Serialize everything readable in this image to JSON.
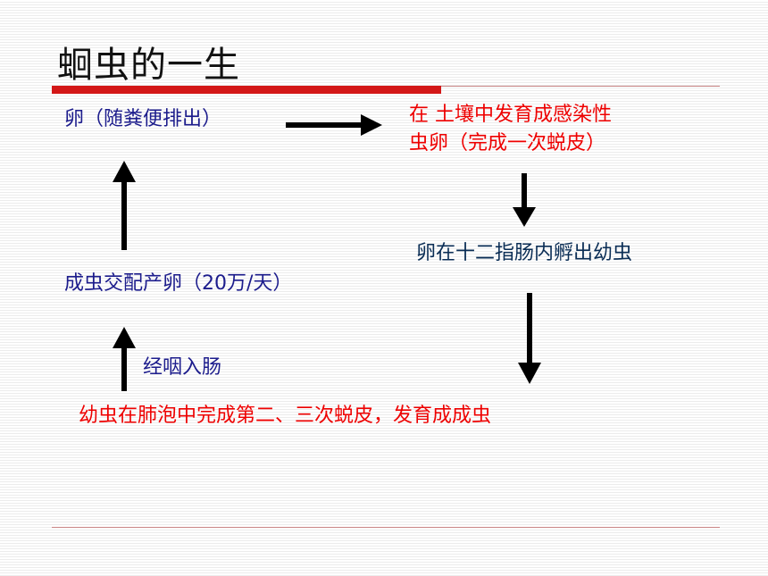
{
  "title": "蛔虫的一生",
  "nodes": {
    "egg_excreted": "卵（随粪便排出）",
    "soil_line1": "在 土壤中发育成感染性",
    "soil_line2": "虫卵（完成一次蜕皮）",
    "duodenum": "卵在十二指肠内孵出幼虫",
    "adult_mating": "成虫交配产卵（20万/天）",
    "pharynx": "经咽入肠",
    "lung_molt": "幼虫在肺泡中完成第二、三次蜕皮，发育成成虫"
  },
  "colors": {
    "accent_bar": "#d31717",
    "red_text": "#ee0000",
    "blue_text": "#1c1c8c",
    "arrow": "#000000"
  }
}
